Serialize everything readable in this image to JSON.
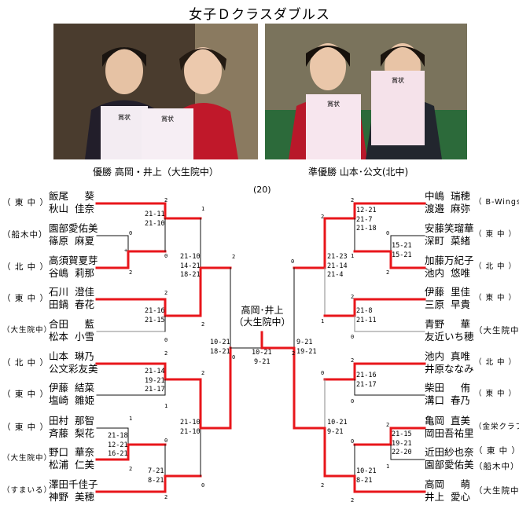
{
  "title": "女子Ｄクラスダブルス",
  "photos": [
    {
      "caption": "優勝 高岡・井上（大生院中）",
      "certificate_text": "賞状"
    },
    {
      "caption": "準優勝 山本･公文(北中)",
      "certificate_text": "賞状"
    }
  ],
  "entries": "(20)",
  "champion": {
    "names": "高岡･井上",
    "school": "（大生院中）"
  },
  "left_teams": [
    {
      "school": "（ 東 中 ）",
      "p1": [
        "飯尾",
        "葵"
      ],
      "p2": [
        "秋山",
        "佳奈"
      ]
    },
    {
      "school": "（船木中）",
      "p1": [
        "園部愛佑美",
        ""
      ],
      "p2": [
        "篠原",
        "麻夏"
      ]
    },
    {
      "school": "（ 北 中 ）",
      "p1": [
        "高須賀夏芽",
        ""
      ],
      "p2": [
        "谷嶋",
        "莉那"
      ]
    },
    {
      "school": "（ 東 中 ）",
      "p1": [
        "石川",
        "澄佳"
      ],
      "p2": [
        "田鍋",
        "春花"
      ]
    },
    {
      "school": "（大生院中）",
      "p1": [
        "合田",
        "藍"
      ],
      "p2": [
        "松本",
        "小雪"
      ]
    },
    {
      "school": "（ 北 中 ）",
      "p1": [
        "山本",
        "琳乃"
      ],
      "p2": [
        "公文",
        "彩友美"
      ]
    },
    {
      "school": "（ 東 中 ）",
      "p1": [
        "伊藤",
        "結菜"
      ],
      "p2": [
        "塩崎",
        "雛姫"
      ]
    },
    {
      "school": "（ 東 中 ）",
      "p1": [
        "田村",
        "那智"
      ],
      "p2": [
        "斉藤",
        "梨花"
      ]
    },
    {
      "school": "（大生院中）",
      "p1": [
        "野口",
        "華奈"
      ],
      "p2": [
        "松浦",
        "仁美"
      ]
    },
    {
      "school": "（すまいる）",
      "p1": [
        "澤田千佳子",
        ""
      ],
      "p2": [
        "神野",
        "美穂"
      ]
    }
  ],
  "right_teams": [
    {
      "school": "（ B-Wings ）",
      "p1": [
        "中嶋",
        "瑞穂"
      ],
      "p2": [
        "渡邉",
        "麻弥"
      ]
    },
    {
      "school": "（ 東 中 ）",
      "p1": [
        "安藤笑瑠華",
        ""
      ],
      "p2": [
        "深町",
        "菜緒"
      ]
    },
    {
      "school": "（ 北 中 ）",
      "p1": [
        "加藤万紀子",
        ""
      ],
      "p2": [
        "池内",
        "悠唯"
      ]
    },
    {
      "school": "（ 東 中 ）",
      "p1": [
        "伊藤",
        "里佳"
      ],
      "p2": [
        "三原",
        "早貴"
      ]
    },
    {
      "school": "（大生院中）",
      "p1": [
        "青野",
        "華"
      ],
      "p2": [
        "友近いち穂",
        ""
      ]
    },
    {
      "school": "（ 北 中 ）",
      "p1": [
        "池内",
        "真唯"
      ],
      "p2": [
        "井原ななみ",
        ""
      ]
    },
    {
      "school": "（ 東 中 ）",
      "p1": [
        "柴田",
        "侑"
      ],
      "p2": [
        "溝口",
        "春乃"
      ]
    },
    {
      "school": "（金栄クラブ）",
      "p1": [
        "亀岡",
        "直美"
      ],
      "p2": [
        "岡田吾祐里",
        ""
      ]
    },
    {
      "school": "（ 東 中 ）",
      "school2": "（船木中）",
      "p1": [
        "近田紗也奈",
        ""
      ],
      "p2": [
        "園部愛佑美",
        ""
      ]
    },
    {
      "school": "（大生院中）",
      "p1": [
        "高岡",
        "萌"
      ],
      "p2": [
        "井上",
        "愛心"
      ]
    }
  ],
  "matches": {
    "L_r1a": {
      "top": "0",
      "mark": "+",
      "bottom": "2"
    },
    "L_r1b": {
      "top": "1",
      "bottom": "2",
      "scores": [
        "21-18",
        "12-21",
        "16-21"
      ]
    },
    "L_r2a": {
      "top": "2",
      "bottom": "0",
      "scores": [
        "21-11",
        "21-10"
      ]
    },
    "L_r2b": {
      "top": "2",
      "bottom": "0",
      "scores": [
        "21-16",
        "21-15"
      ]
    },
    "L_r2c": {
      "top": "2",
      "bottom": "1",
      "scores": [
        "21-14",
        "19-21",
        "21-17"
      ]
    },
    "L_r2d": {
      "top": "0",
      "bottom": "2",
      "scores": [
        "7-21",
        "8-21"
      ]
    },
    "L_qf1": {
      "top": "1",
      "bottom": "2",
      "scores": [
        "21-10",
        "14-21",
        "18-21"
      ]
    },
    "L_qf2": {
      "top": "2",
      "bottom": "0",
      "scores": [
        "21-10",
        "21-10"
      ]
    },
    "L_sf": {
      "top": "2",
      "bottom": "0",
      "scores": [
        "10-21",
        "18-21"
      ]
    },
    "R_r1a": {
      "top": "0",
      "bottom": "2",
      "scores": [
        "15-21",
        "15-21"
      ]
    },
    "R_r1b": {
      "top": "2",
      "bottom": "1",
      "scores": [
        "21-15",
        "19-21",
        "22-20"
      ]
    },
    "R_r2a": {
      "top": "2",
      "bottom": "1",
      "scores": [
        "12-21",
        "21-7",
        "21-18"
      ]
    },
    "R_r2b": {
      "top": "2",
      "bottom": "0",
      "scores": [
        "21-8",
        "21-11"
      ]
    },
    "R_r2c": {
      "top": "2",
      "bottom": "0",
      "scores": [
        "21-16",
        "21-17"
      ]
    },
    "R_r2d": {
      "top": "0",
      "bottom": "2",
      "scores": [
        "10-21",
        "8-21"
      ]
    },
    "R_qf1": {
      "top": "2",
      "bottom": "1",
      "scores": [
        "21-23",
        "21-14",
        "21-4"
      ]
    },
    "R_qf2": {
      "top": "0",
      "bottom": "2",
      "scores": [
        "10-21",
        "9-21"
      ]
    },
    "R_sf": {
      "top": "0",
      "bottom": "2",
      "scores": [
        "9-21",
        "19-21"
      ]
    },
    "final": {
      "scores": [
        "10-21",
        "9-21"
      ]
    }
  },
  "colors": {
    "winner_line": "#e8161b",
    "loser_line": "#111111",
    "gray_line": "#8a8a8a"
  }
}
